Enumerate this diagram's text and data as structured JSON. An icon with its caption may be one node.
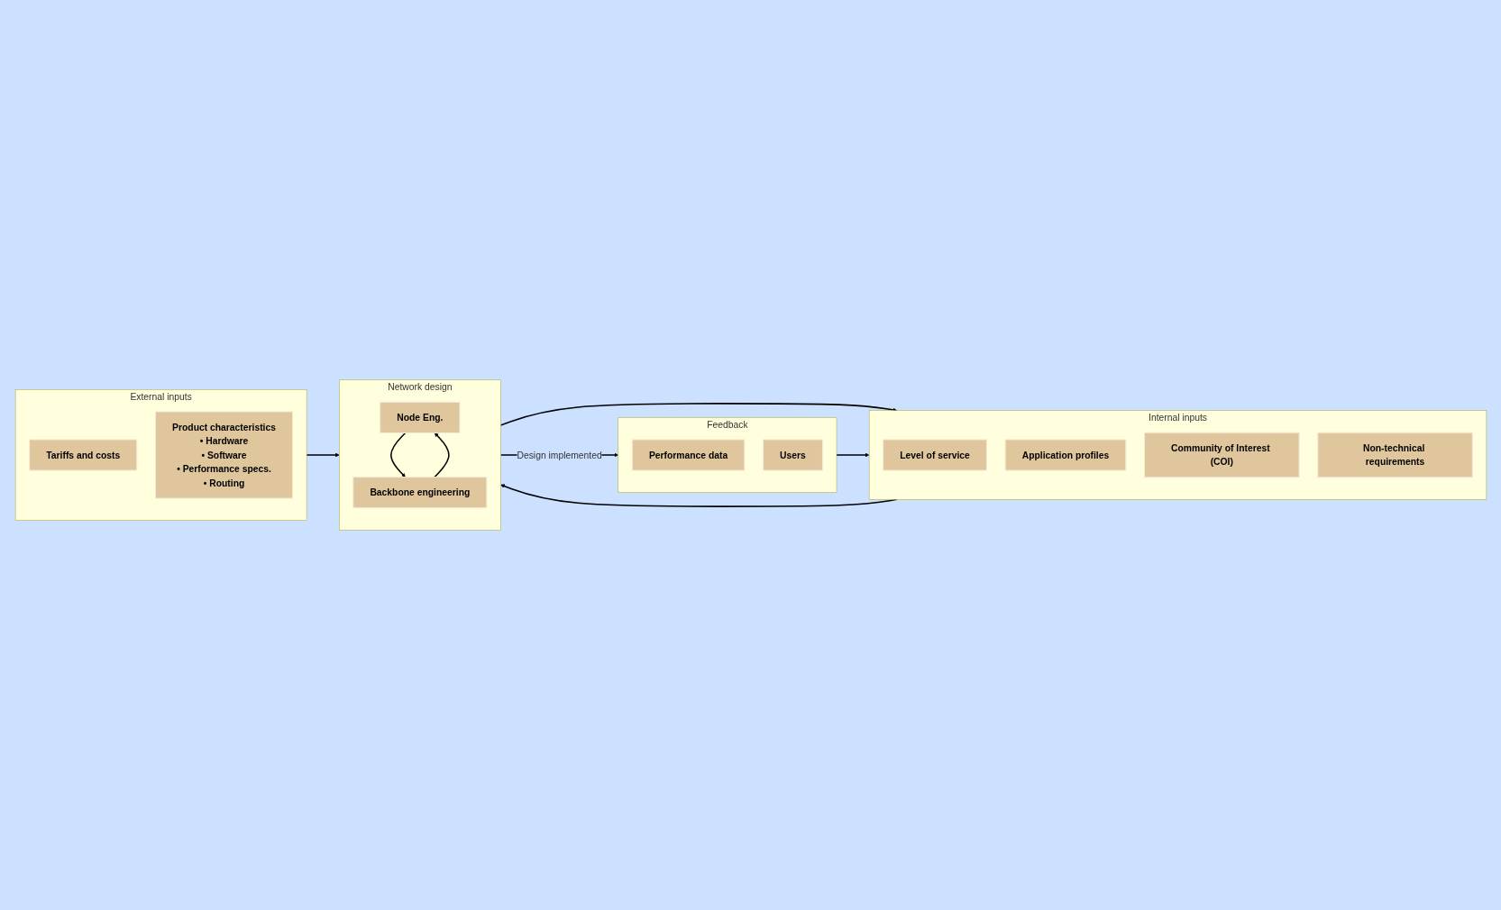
{
  "diagram": {
    "nodes": [
      {
        "text": [
          "Internal inputs"
        ]
      },
      {
        "text": [
          "Level of service"
        ],
        "in": 0
      },
      {
        "text": [
          "Application profiles"
        ],
        "in": 0
      },
      {
        "text": [
          "Community of Interest (COI)"
        ],
        "in": 0
      },
      {
        "text": [
          "Non-technical requirements"
        ],
        "in": 0
      },
      {
        "text": [
          "Network design"
        ]
      },
      {
        "text": [
          "Node Eng."
        ],
        "in": 5
      },
      {
        "text": [
          "Backbone engineering"
        ],
        "in": 5
      },
      {
        "text": [
          "Feedback"
        ]
      },
      {
        "text": [
          "Performance data"
        ],
        "in": 8
      },
      {
        "text": [
          "Users"
        ],
        "in": 8
      },
      {
        "text": [
          "External inputs"
        ]
      },
      {
        "text": [
          "Tariffs and costs"
        ],
        "in": 11
      },
      {
        "text": [
          "Product characteristics",
          "• Hardware",
          "• Software",
          "• Performance specs.",
          "• Routing"
        ],
        "in": 11
      }
    ],
    "edges": [
      {
        "from": 0,
        "to": 5,
        "arrow": "to"
      },
      {
        "from": 6,
        "to": 7,
        "arrow": "to"
      },
      {
        "from": 7,
        "to": 6,
        "arrow": "to"
      },
      {
        "from": 5,
        "to": 8,
        "arrow": "to",
        "label": "Design implemented"
      },
      {
        "from": 11,
        "to": 5,
        "arrow": "to"
      },
      {
        "from": 5,
        "to": 0,
        "arrow": "to"
      },
      {
        "from": 8,
        "to": 0,
        "arrow": "to"
      }
    ]
  }
}
